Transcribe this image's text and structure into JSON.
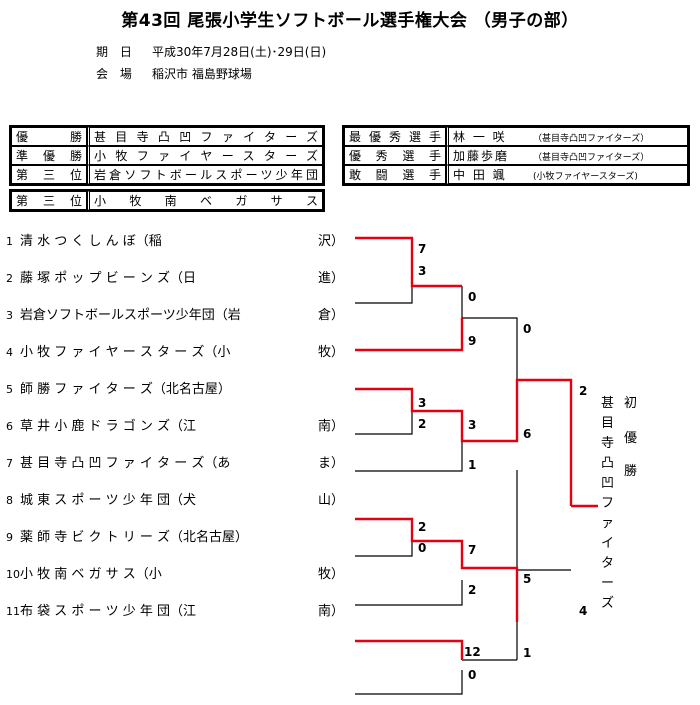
{
  "title": "第43回 尾張小学生ソフトボール選手権大会 （男子の部）",
  "info": {
    "date_label": "期 日",
    "date_value": "平成30年7月28日(土)･29日(日)",
    "venue_label": "会 場",
    "venue_value": "稲沢市 福島野球場"
  },
  "results": [
    {
      "rank": "優 勝",
      "team": "甚目寺凸凹ファイターズ"
    },
    {
      "rank": "準優勝",
      "team": "小牧ファイヤースターズ"
    },
    {
      "rank": "第三位",
      "team": "岩倉ソフトボールスポーツ少年団"
    },
    {
      "rank": "第三位",
      "team": "小 牧 南 ベ ガ サ ス"
    }
  ],
  "awards": [
    {
      "award": "最優秀選手",
      "name": "林 一 咲",
      "team": "（甚目寺凸凹ファイターズ）"
    },
    {
      "award": "優秀選手",
      "name": "加藤歩磨",
      "team": "（甚目寺凸凹ファイターズ）"
    },
    {
      "award": "敢闘選手",
      "name": "中 田 颯",
      "team": "(小牧ファイヤースターズ)"
    }
  ],
  "teams": [
    {
      "num": "1",
      "name": "清 水 つ く し ん ぼ（稲",
      "city": "沢）"
    },
    {
      "num": "2",
      "name": "藤 塚 ポ ッ プ ビ ー ン ズ（日",
      "city": "進）"
    },
    {
      "num": "3",
      "name": "岩倉ソフトボールスポーツ少年団（岩",
      "city": "倉）"
    },
    {
      "num": "4",
      "name": "小 牧 フ ァ イ ヤ ー ス タ ー ズ（小",
      "city": "牧）"
    },
    {
      "num": "5",
      "name": "師 勝 フ ァ イ タ ー ズ（北名古屋）",
      "city": ""
    },
    {
      "num": "6",
      "name": "草 井 小 鹿 ド ラ ゴ ン ズ（江",
      "city": "南）"
    },
    {
      "num": "7",
      "name": "甚 目 寺 凸 凹 フ ァ イ タ ー ズ（あ",
      "city": "ま）"
    },
    {
      "num": "8",
      "name": "城 東 ス ポ ー ツ 少 年 団（犬",
      "city": "山）"
    },
    {
      "num": "9",
      "name": "薬 師 寺 ビ ク ト リ ー ズ（北名古屋）",
      "city": ""
    },
    {
      "num": "10",
      "name": "小 牧 南 ベ ガ サ ス（小",
      "city": "牧）"
    },
    {
      "num": "11",
      "name": "布 袋 ス ポ ー ツ 少 年 団（江",
      "city": "南）"
    }
  ],
  "scores": {
    "m1_top": "7",
    "m1_bot": "3",
    "m2_top": "0",
    "m2_bot": "9",
    "m3_top": "3",
    "m3_bot": "2",
    "m4_top": "3",
    "m4_bot": "1",
    "m5_top": "2",
    "m5_bot": "0",
    "m6_top": "7",
    "m6_bot": "2",
    "m7_top": "12",
    "m7_bot": "0",
    "sf1_top": "0",
    "sf1_bot": "6",
    "sf2_top": "5",
    "sf2_bot": "1",
    "f_top": "2",
    "f_bot": "4"
  },
  "champion": {
    "label_chars": [
      "初",
      "優",
      "勝"
    ],
    "team_chars": [
      "甚",
      "目",
      "寺",
      "凸",
      "凹",
      "フ",
      "ァ",
      "イ",
      "タ",
      "ー",
      "ズ"
    ]
  },
  "colors": {
    "win_line": "#e60012",
    "lose_line": "#000000"
  }
}
